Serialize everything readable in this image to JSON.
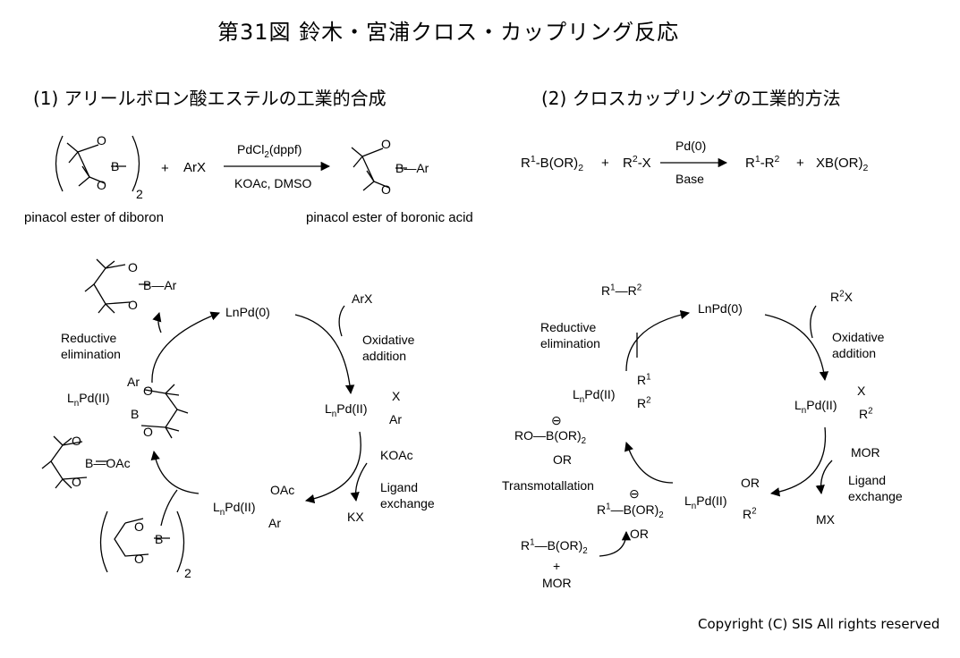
{
  "title": "第31図 鈴木・宮浦クロス・カップリング反応",
  "section1": "(1) アリールボロン酸エステルの工業的合成",
  "section2": "(2) クロスカップリングの工業的方法",
  "top_left": {
    "reagent": "ArX",
    "plus": "+",
    "catalyst": "PdCl2(dppf)",
    "conditions": "KOAc, DMSO",
    "reactant_name": "pinacol ester of diboron",
    "product_name": "pinacol ester of boronic acid",
    "stoich": "2",
    "product_ar": "B—Ar"
  },
  "top_right": {
    "reactant1": "R1-B(OR)2",
    "plus1": "+",
    "reactant2": "R2-X",
    "catalyst": "Pd(0)",
    "base": "Base",
    "product1": "R1-R2",
    "plus2": "+",
    "product2": "XB(OR)2"
  },
  "cycle_left": {
    "center": "LnPd(0)",
    "arx": "ArX",
    "oxidative": "Oxidative addition",
    "pd_x": "X",
    "pd_ar": "Ar",
    "koac": "KOAc",
    "ligand": "Ligand exchange",
    "kx": "KX",
    "oac": "OAc",
    "ar2": "Ar",
    "b_oac": "B—OAc",
    "reductive": "Reductive elimination",
    "pd_ar_top": "Ar",
    "b_ar": "B—Ar",
    "stoich": "2"
  },
  "cycle_right": {
    "center": "LnPd(0)",
    "r2x": "R2X",
    "oxidative": "Oxidative addition",
    "mor": "MOR",
    "ligand": "Ligand exchange",
    "mx": "MX",
    "or1": "OR",
    "r2_low": "R2",
    "x": "X",
    "transmetal": "Transmotallation",
    "ro_b": "RO—B(OR)2",
    "or_below": "OR",
    "r1_b": "R1—B(OR)2",
    "or_below2": "OR",
    "r1b_reagent": "R1—B(OR)2",
    "plus": "+",
    "mor2": "MOR",
    "r1_pd": "R1",
    "r2_pd": "R2",
    "reductive": "Reductive elimination",
    "product": "R1—R2"
  },
  "copyright": "Copyright (C) SIS All rights reserved"
}
